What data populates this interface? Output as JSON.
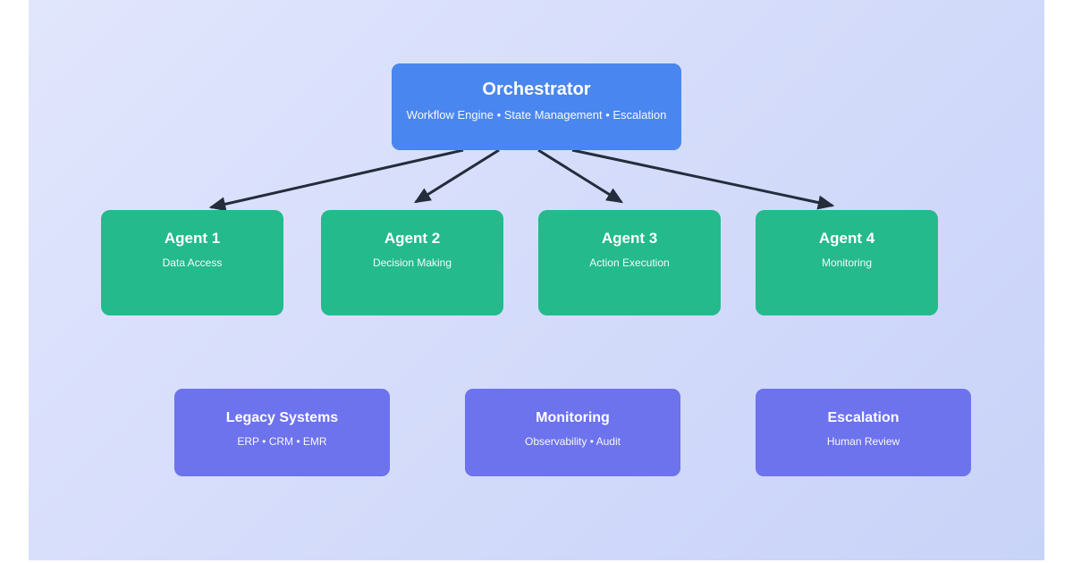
{
  "diagram": {
    "orchestrator": {
      "title": "Orchestrator",
      "subtitle": "Workflow Engine • State Management • Escalation"
    },
    "agents": [
      {
        "title": "Agent 1",
        "subtitle": "Data Access"
      },
      {
        "title": "Agent 2",
        "subtitle": "Decision Making"
      },
      {
        "title": "Agent 3",
        "subtitle": "Action Execution"
      },
      {
        "title": "Agent 4",
        "subtitle": "Monitoring"
      }
    ],
    "systems": [
      {
        "title": "Legacy Systems",
        "subtitle": "ERP • CRM • EMR"
      },
      {
        "title": "Monitoring",
        "subtitle": "Observability • Audit"
      },
      {
        "title": "Escalation",
        "subtitle": "Human Review"
      }
    ],
    "colors": {
      "orchestrator_fill": "#4a86ef",
      "agent_fill": "#24ba8b",
      "system_fill": "#6d72ed",
      "arrow": "#232d3b",
      "canvas_gradient_start": "#e1e6fc",
      "canvas_gradient_end": "#c8d3f8"
    }
  }
}
